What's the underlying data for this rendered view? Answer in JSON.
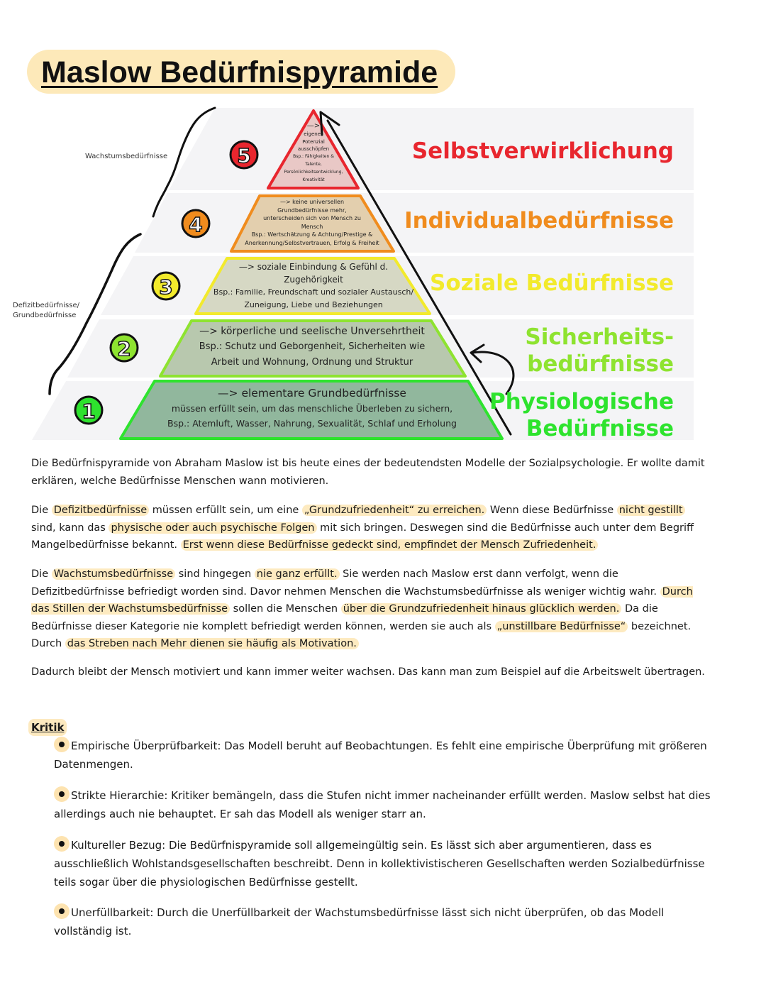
{
  "title": "Maslow Bedürfnispyramide",
  "side_labels": {
    "growth": "Wachstumsbedürfnisse",
    "deficit_line1": "Defizitbedürfnisse/",
    "deficit_line2": "Grundbedürfnisse"
  },
  "levels": [
    {
      "number": "1",
      "name_lines": [
        "Physiologische",
        "Bedürfnisse"
      ],
      "color": "#2ee32e",
      "lines": [
        "—> elementare Grundbedürfnisse",
        "müssen erfüllt sein, um das menschliche Überleben zu sichern,",
        "Bsp.: Atemluft, Wasser, Nahrung, Sexualität, Schlaf und Erholung"
      ]
    },
    {
      "number": "2",
      "name_lines": [
        "Sicherheits-",
        "bedürfnisse"
      ],
      "color": "#8ee330",
      "lines": [
        "—> körperliche und seelische Unversehrtheit",
        "Bsp.: Schutz und Geborgenheit, Sicherheiten wie",
        "Arbeit und Wohnung, Ordnung und Struktur"
      ]
    },
    {
      "number": "3",
      "name_lines": [
        "Soziale Bedürfnisse"
      ],
      "color": "#f2ea2c",
      "lines": [
        "—> soziale Einbindung & Gefühl d.",
        "Zugehörigkeit",
        "Bsp.: Familie, Freundschaft und sozialer Austausch/",
        "Zuneigung, Liebe und Beziehungen"
      ]
    },
    {
      "number": "4",
      "name_lines": [
        "Individualbedürfnisse"
      ],
      "color": "#f08c1e",
      "lines": [
        "—> keine universellen",
        "Grundbedürfnisse mehr,",
        "unterscheiden sich von Mensch zu",
        "Mensch",
        "Bsp.: Wertschätzung & Achtung/Prestige &",
        "Anerkennung/Selbstvertrauen, Erfolg & Freiheit"
      ]
    },
    {
      "number": "5",
      "name_lines": [
        "Selbstverwirklichung"
      ],
      "color": "#e8262e",
      "lines": [
        "—>",
        "eigenes",
        "Potenzial",
        "ausschöpfen",
        "Bsp.: Fähigkeiten &",
        "Talente,",
        "Persönlichkeitsentwicklung,",
        "Kreativität"
      ]
    }
  ],
  "paragraph1": "Die Bedürfnispyramide von Abraham Maslow ist bis heute eines der bedeutendsten Modelle der Sozialpsychologie. Er wollte damit erklären, welche Bedürfnisse Menschen wann motivieren.",
  "paragraph2": {
    "p1": "Die ",
    "h1": "Defizitbedürfnisse",
    "p2": " müssen erfüllt sein, um eine ",
    "h2": "„Grundzufriedenheit“ zu erreichen.",
    "p3": " Wenn diese Bedürfnisse ",
    "h3": "nicht gestillt",
    "p4": " sind, kann das ",
    "h4": "physische oder auch psychische Folgen",
    "p5": " mit sich bringen. Deswegen sind die Bedürfnisse auch unter dem Begriff Mangelbedürfnisse bekannt. ",
    "h5": "Erst wenn diese Bedürfnisse gedeckt sind, empfindet der Mensch Zufriedenheit."
  },
  "paragraph3": {
    "p1": "Die ",
    "h1": "Wachstumsbedürfnisse",
    "p2": " sind hingegen ",
    "h2": "nie ganz erfüllt.",
    "p3": " Sie werden nach Maslow erst dann verfolgt, wenn die Defizitbedürfnisse befriedigt worden sind. Davor nehmen Menschen die Wachstumsbedürfnisse als weniger wichtig wahr. ",
    "h3": "Durch das Stillen der Wachstumsbedürfnisse",
    "p4": " sollen die Menschen ",
    "h4": "über die Grundzufriedenheit hinaus glücklich werden.",
    "p5": " Da die Bedürfnisse dieser Kategorie nie komplett befriedigt werden können, werden sie auch als ",
    "h5": "„unstillbare Bedürfnisse“",
    "p6": " bezeichnet. Durch ",
    "h6": "das Streben nach Mehr dienen sie häufig als Motivation."
  },
  "paragraph4": "Dadurch bleibt der Mensch motiviert und kann immer weiter wachsen. Das kann man zum Beispiel auf die Arbeitswelt übertragen.",
  "kritik": {
    "heading": "Kritik",
    "items": [
      "Empirische Überprüfbarkeit: Das Modell beruht auf Beobachtungen. Es fehlt eine empirische Überprüfung mit größeren Datenmengen.",
      "Strikte Hierarchie: Kritiker bemängeln, dass die Stufen nicht immer nacheinander erfüllt werden. Maslow selbst hat dies allerdings auch nie behauptet. Er sah das Modell als weniger starr an.",
      "Kultureller Bezug: Die Bedürfnispyramide soll allgemeingültig sein. Es lässt sich aber argumentieren, dass es ausschließlich Wohlstandsgesellschaften beschreibt. Denn in kollektivistischeren Gesellschaften werden Sozialbedürfnisse teils sogar über die physiologischen Bedürfnisse gestellt.",
      "Unerfüllbarkeit: Durch die Unerfüllbarkeit der Wachstumsbedürfnisse lässt sich nicht überprüfen, ob das Modell vollständig ist."
    ]
  }
}
